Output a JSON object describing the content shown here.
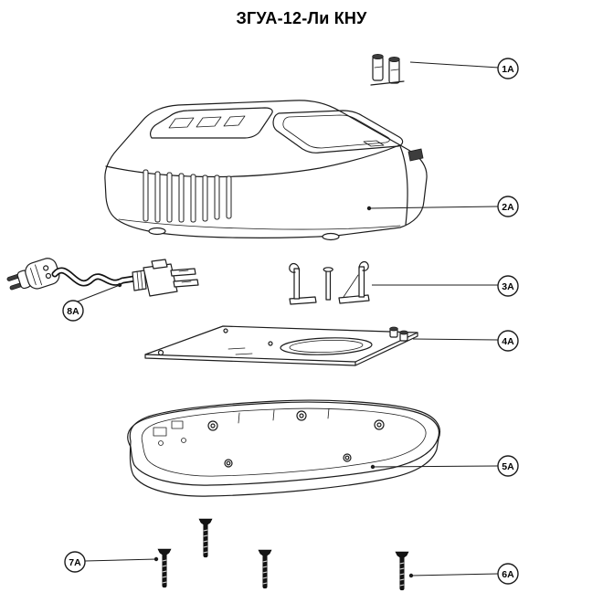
{
  "title": "ЗГУА-12-Ли КНУ",
  "colors": {
    "background": "#ffffff",
    "line": "#1c1c1c",
    "dark": "#3d3d3d",
    "screw": "#141414"
  },
  "callouts": [
    {
      "label": "1A"
    },
    {
      "label": "2A"
    },
    {
      "label": "3A"
    },
    {
      "label": "4A"
    },
    {
      "label": "5A"
    },
    {
      "label": "6A"
    },
    {
      "label": "7A"
    },
    {
      "label": "8A"
    }
  ]
}
